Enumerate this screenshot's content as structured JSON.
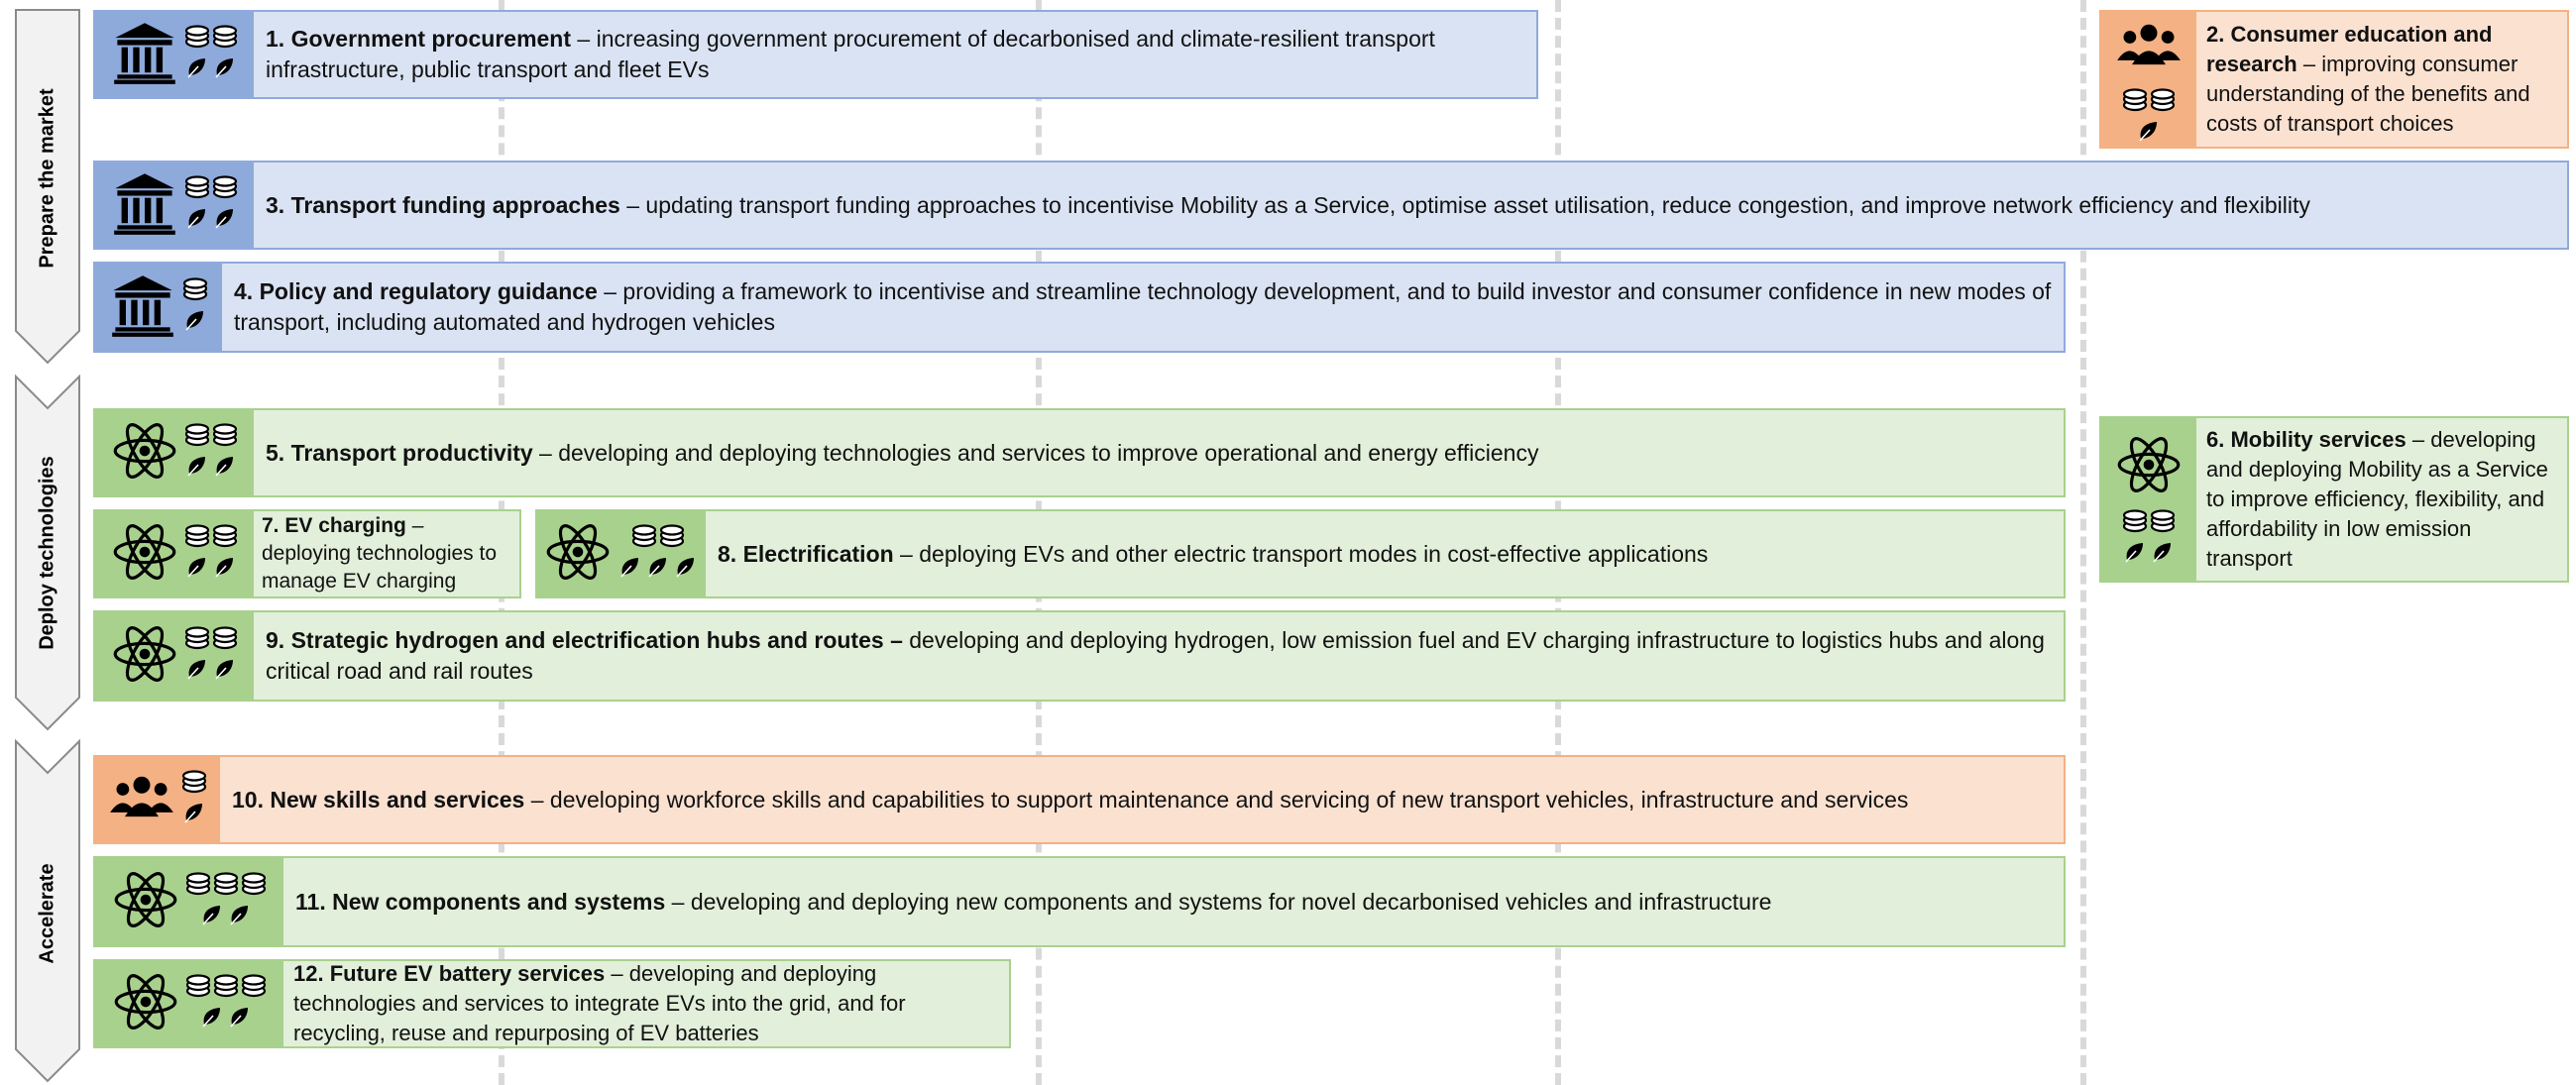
{
  "phases": [
    {
      "label": "Prepare the market"
    },
    {
      "label": "Deploy technologies"
    },
    {
      "label": "Accelerate"
    }
  ],
  "icons": {
    "government": "government-building-icon",
    "science": "atom-icon",
    "people": "people-group-icon",
    "coins": "coin-stack-icon",
    "leaf": "leaf-icon"
  },
  "colors": {
    "blue_fill": "#dae3f3",
    "blue_icon": "#8eaadb",
    "green_fill": "#e2efda",
    "green_icon": "#a9d18e",
    "orange_fill": "#fbe1d0",
    "orange_icon": "#f4b183"
  },
  "cards": [
    {
      "title": "1. Government procurement",
      "desc": " – increasing government procurement of decarbonised and climate-resilient transport infrastructure, public transport and fleet EVs",
      "icon": "government",
      "coins": 2,
      "leaves": 2
    },
    {
      "title": "2. Consumer education and research",
      "desc": " – improving consumer understanding of the benefits and costs of transport choices",
      "icon": "people",
      "coins": 2,
      "leaves": 1
    },
    {
      "title": "3. Transport funding approaches",
      "desc": " – updating transport funding approaches to incentivise Mobility as a Service, optimise asset utilisation, reduce congestion, and improve network efficiency and flexibility",
      "icon": "government",
      "coins": 2,
      "leaves": 2
    },
    {
      "title": "4. Policy and regulatory guidance",
      "desc": " – providing a framework to incentivise and streamline technology development, and to build investor and consumer confidence in new modes of transport, including automated and hydrogen vehicles",
      "icon": "government",
      "coins": 1,
      "leaves": 1
    },
    {
      "title": "5. Transport productivity",
      "desc": " – developing and deploying technologies and services to improve operational and energy efficiency",
      "icon": "science",
      "coins": 2,
      "leaves": 2
    },
    {
      "title": "6. Mobility services",
      "desc": " – developing and deploying Mobility as a Service to improve efficiency, flexibility, and affordability in low emission transport",
      "icon": "science",
      "coins": 2,
      "leaves": 2
    },
    {
      "title": "7. EV charging",
      "desc": " – deploying technologies to manage EV charging",
      "icon": "science",
      "coins": 2,
      "leaves": 2
    },
    {
      "title": "8. Electrification",
      "desc": " – deploying EVs and other electric transport modes in cost-effective applications",
      "icon": "science",
      "coins": 2,
      "leaves": 3
    },
    {
      "title": "9. Strategic hydrogen and electrification hubs and routes –",
      "desc": " developing and deploying hydrogen, low emission fuel and EV charging infrastructure to logistics hubs and along critical road and rail routes",
      "icon": "science",
      "coins": 2,
      "leaves": 2
    },
    {
      "title": "10. New skills and services",
      "desc": " – developing workforce skills and capabilities to support maintenance and servicing of new transport vehicles, infrastructure and services",
      "icon": "people",
      "coins": 1,
      "leaves": 1
    },
    {
      "title": "11. New components and systems",
      "desc": " – developing and deploying new components and systems for novel decarbonised vehicles and infrastructure",
      "icon": "science",
      "coins": 3,
      "leaves": 2
    },
    {
      "title": "12. Future EV battery services",
      "desc": " – developing and deploying technologies and services to integrate EVs into the grid, and for recycling, reuse and repurposing of EV batteries",
      "icon": "science",
      "coins": 3,
      "leaves": 2
    }
  ]
}
